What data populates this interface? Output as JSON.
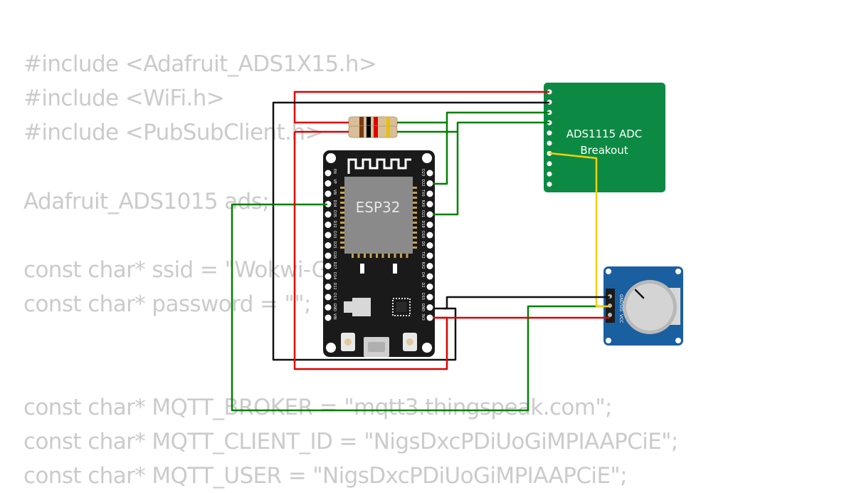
{
  "code_lines": [
    "#include <Adafruit_ADS1X15.h>",
    "#include <WiFi.h>",
    "#include <PubSubClient.h>",
    "",
    "Adafruit_ADS1015 ads;",
    "",
    "const char* ssid = \"Wokwi-GUEST\";",
    "const char* password = \"\";",
    "",
    "",
    "const char* MQTT_BROKER = \"mqtt3.thingspeak.com\";",
    "const char* MQTT_CLIENT_ID = \"NigsDxcPDiUoGiMPIAAPCiE\";",
    "const char* MQTT_USER = \"NigsDxcPDiUoGiMPIAAPCiE\";"
  ],
  "esp32": {
    "label": "ESP32",
    "left_pins": [
      "EN",
      "VP",
      "VN",
      "D34",
      "D35",
      "D32",
      "D33",
      "D25",
      "D26",
      "D27",
      "D14",
      "D12",
      "D13",
      "GND",
      "VIN"
    ],
    "right_pins": [
      "D23",
      "D22",
      "TX0",
      "RX0",
      "D21",
      "D19",
      "D18",
      "D5",
      "TX2",
      "RX2",
      "D4",
      "D2",
      "D15",
      "GND",
      "3V3"
    ]
  },
  "adc": {
    "line1": "ADS1115 ADC",
    "line2": "Breakout"
  },
  "pot": {
    "pins": [
      "GND",
      "SIG",
      "VCC"
    ]
  },
  "colors": {
    "red": "#e00000",
    "black": "#111111",
    "green": "#008000",
    "yellow": "#f5d000",
    "esp_board": "#1a1a1a",
    "esp_module": "#8a8a8a",
    "adc_board": "#0c8a43",
    "pot_board": "#1a5fa0"
  }
}
